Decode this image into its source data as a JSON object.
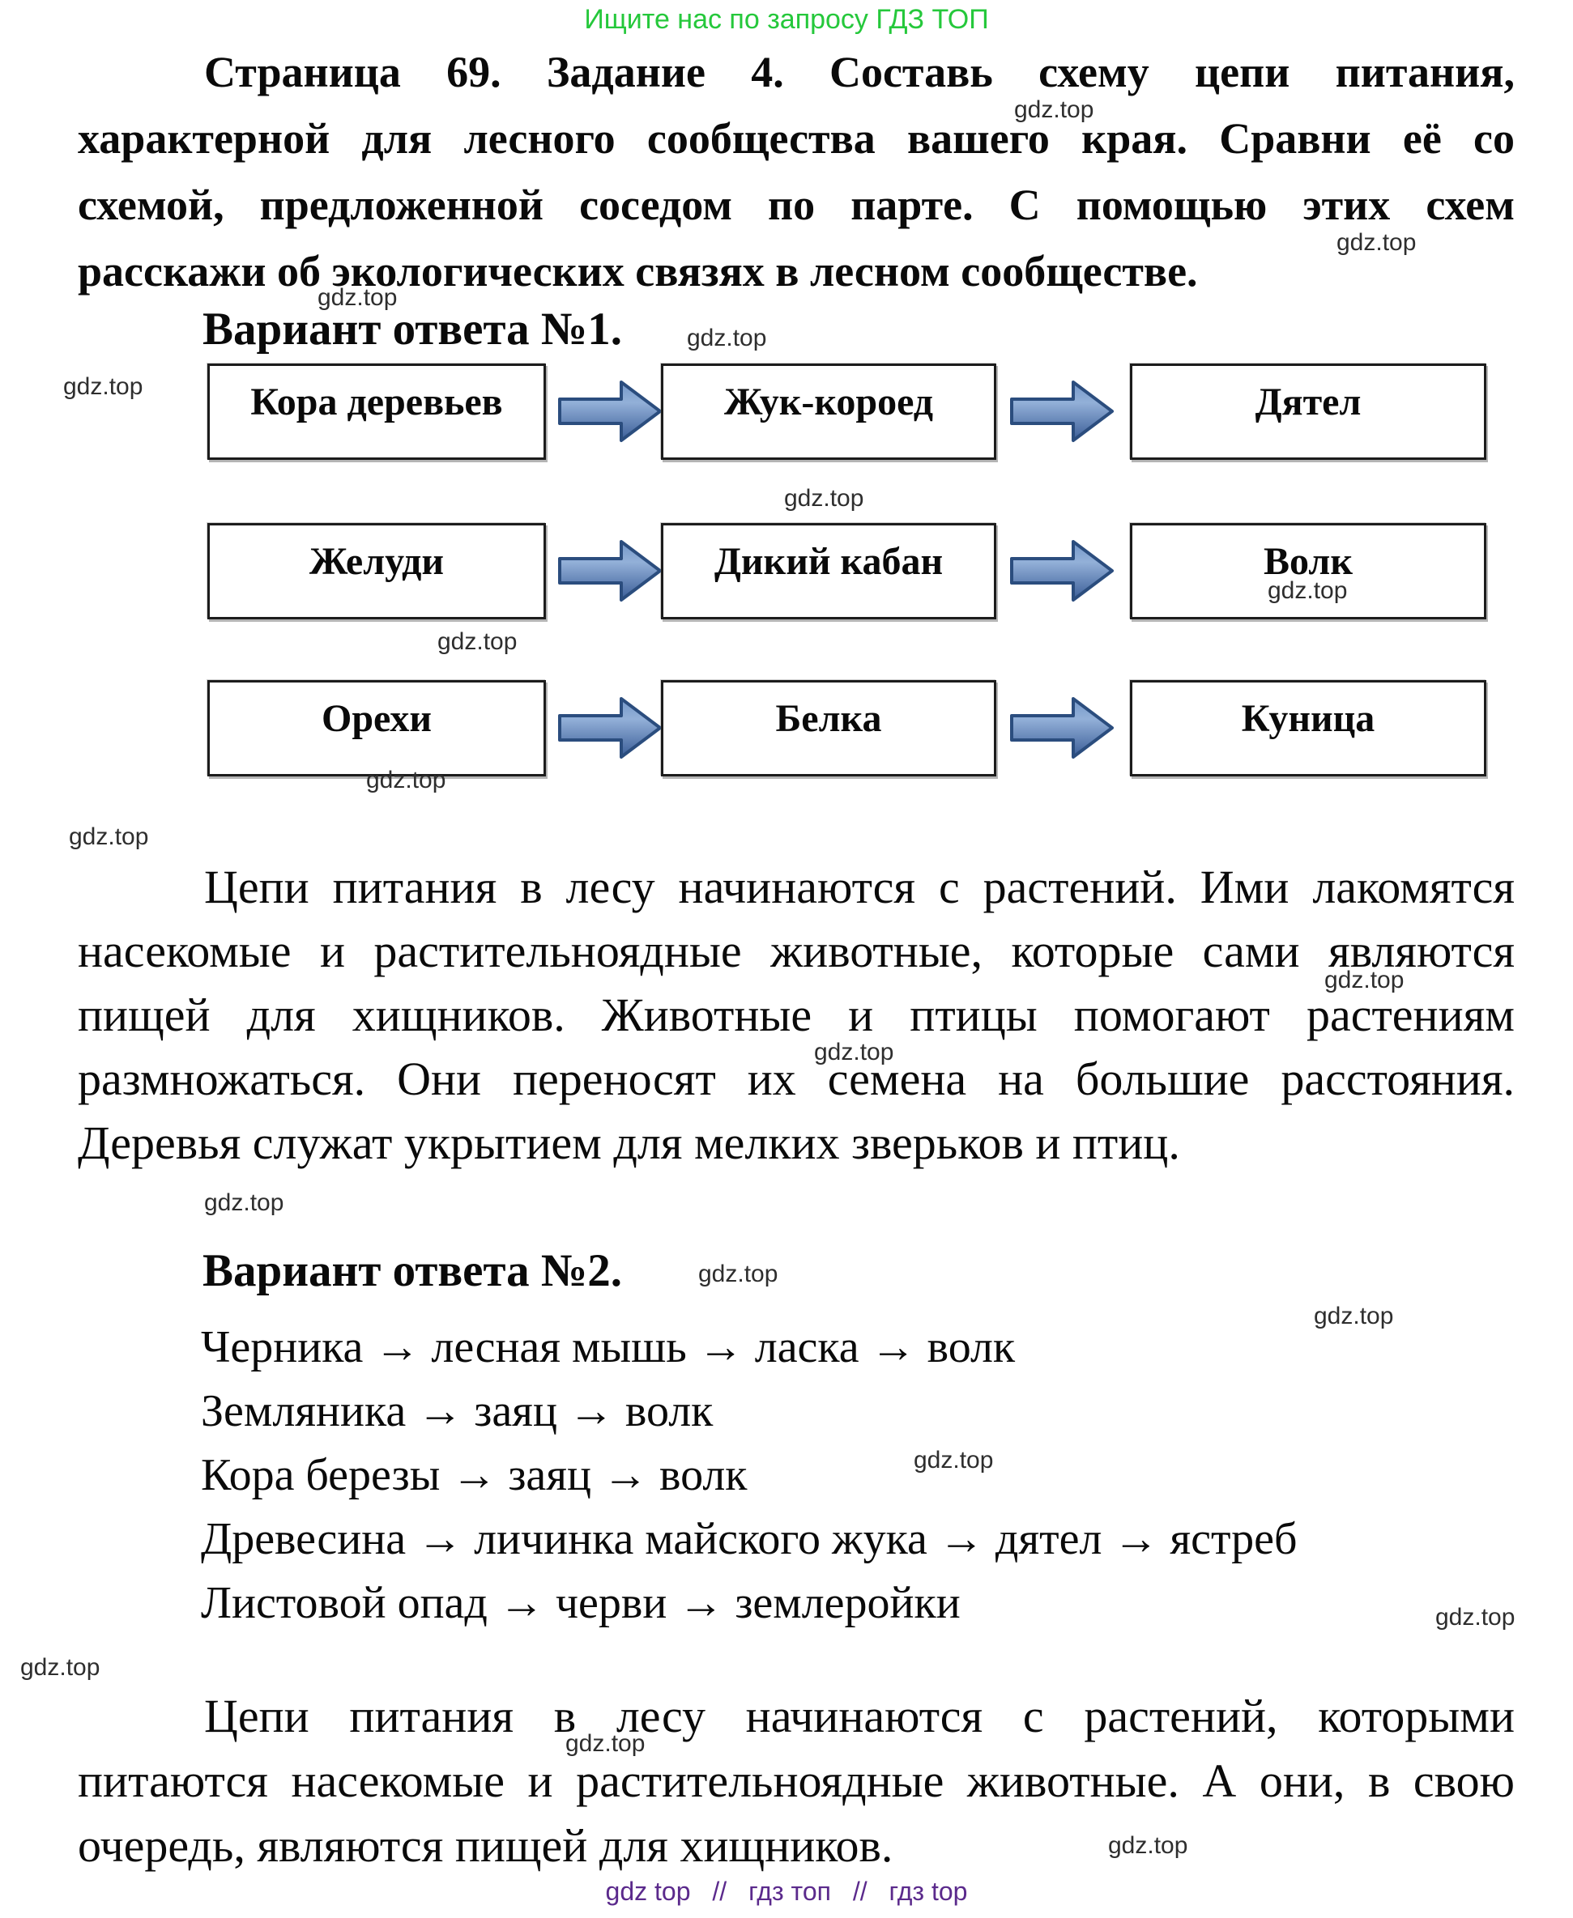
{
  "promo": {
    "text": "Ищите нас по запросу ГДЗ ТОП"
  },
  "task": {
    "lines": [
      "Страница 69. Задание 4. Составь схему цепи питания,",
      "характерной для лесного сообщества вашего края. Сравни её со",
      "схемой, предложенной соседом по парте. С помощью этих схем",
      "расскажи об экологических связях в лесном сообществе."
    ]
  },
  "variant1": {
    "heading": "Вариант ответа №1."
  },
  "diagram": {
    "rows": [
      {
        "items": [
          "Кора деревьев",
          "Жук-короед",
          "Дятел"
        ]
      },
      {
        "items": [
          "Желуди",
          "Дикий кабан",
          "Волк"
        ]
      },
      {
        "items": [
          "Орехи",
          "Белка",
          "Куница"
        ]
      }
    ]
  },
  "answer1": {
    "lines": [
      "Цепи питания в лесу начинаются с растений. Ими лакомятся",
      "насекомые и растительноядные животные, которые сами являются",
      "пищей для хищников. Животные и птицы помогают растениям",
      "размножаться. Они переносят их семена на большие расстояния.",
      "Деревья служат укрытием для мелких зверьков и птиц."
    ]
  },
  "variant2": {
    "heading": "Вариант ответа №2.",
    "chains": [
      "Черника → лесная мышь → ласка → волк",
      "Земляника → заяц → волк",
      "Кора березы → заяц → волк",
      "Древесина → личинка майского жука → дятел → ястреб",
      "Листовой опад → черви → землеройки"
    ]
  },
  "answer2": {
    "lines": [
      "Цепи питания в лесу начинаются с растений, которыми",
      "питаются насекомые и растительноядные животные. А они, в свою",
      "очередь, являются пищей для хищников."
    ]
  },
  "watermark": {
    "text": "gdz.top"
  },
  "footer": {
    "items": [
      "gdz top",
      "//",
      "гдз топ",
      "//",
      "гдз top"
    ]
  },
  "colors": {
    "promo_green": "#25c83b",
    "footer_purple": "#5b2a8c",
    "watermark_gray": "#2e2e2e",
    "text_black": "#0a0a0a",
    "box_border": "#1c1c1c",
    "arrow_border": "#2b4d7e",
    "arrow_fill_top": "#7498c9",
    "arrow_fill_mid": "#93b0d8",
    "arrow_fill_bottom": "#3a5d97"
  }
}
